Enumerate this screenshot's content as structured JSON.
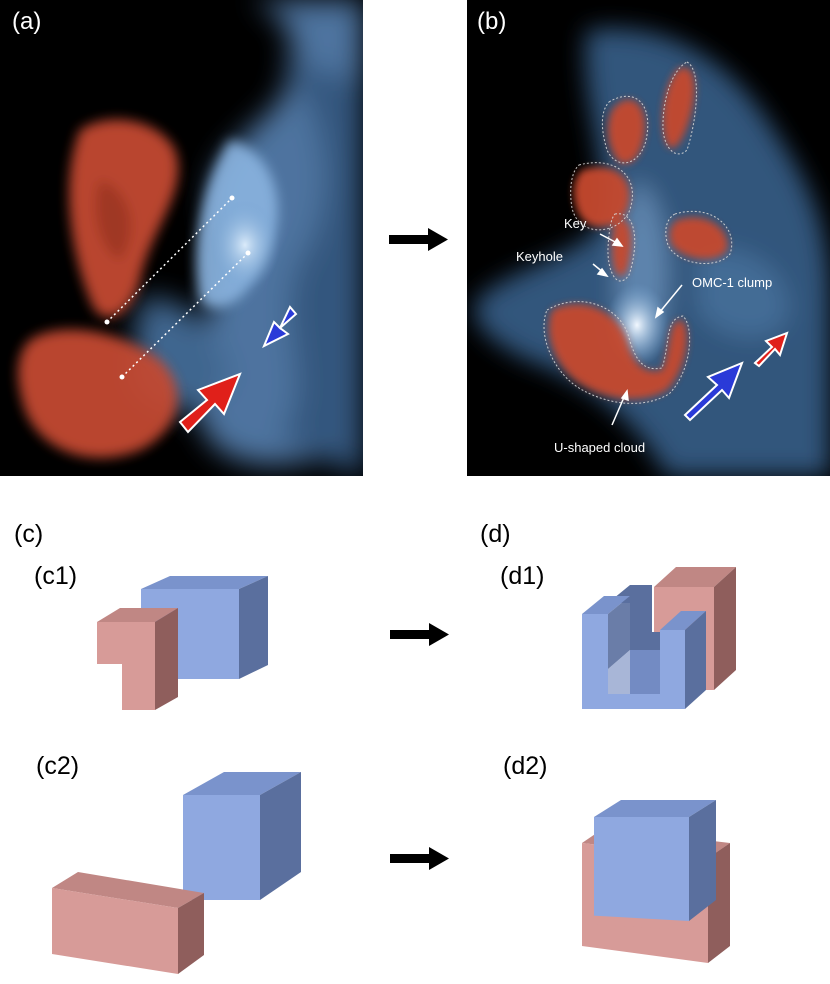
{
  "panels": {
    "a": {
      "label": "(a)"
    },
    "b": {
      "label": "(b)",
      "annotations": {
        "key": "Key",
        "keyhole": "Keyhole",
        "omc1": "OMC-1 clump",
        "ushaped": "U-shaped cloud"
      }
    },
    "c": {
      "label": "(c)",
      "c1": "(c1)",
      "c2": "(c2)"
    },
    "d": {
      "label": "(d)",
      "d1": "(d1)",
      "d2": "(d2)"
    }
  },
  "colors": {
    "blue_face": "#8fa8e0",
    "blue_top": "#7a93cc",
    "blue_side": "#5a6f9e",
    "red_face": "#d79b98",
    "red_top": "#c08784",
    "red_side": "#8f5e5c",
    "cloud_blue": "#7aaad8",
    "cloud_red": "#d4553a"
  }
}
